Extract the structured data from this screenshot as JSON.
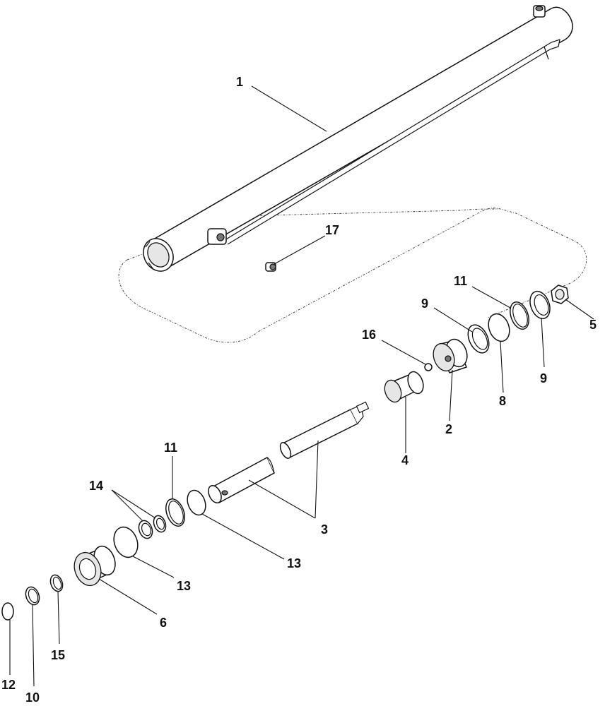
{
  "diagram": {
    "callouts": [
      {
        "id": "c1",
        "label": "1"
      },
      {
        "id": "c17",
        "label": "17"
      },
      {
        "id": "c11a",
        "label": "11"
      },
      {
        "id": "c5",
        "label": "5"
      },
      {
        "id": "c9a",
        "label": "9"
      },
      {
        "id": "c16",
        "label": "16"
      },
      {
        "id": "c9b",
        "label": "9"
      },
      {
        "id": "c8",
        "label": "8"
      },
      {
        "id": "c2",
        "label": "2"
      },
      {
        "id": "c4",
        "label": "4"
      },
      {
        "id": "c11b",
        "label": "11"
      },
      {
        "id": "c14",
        "label": "14"
      },
      {
        "id": "c3",
        "label": "3"
      },
      {
        "id": "c13a",
        "label": "13"
      },
      {
        "id": "c13b",
        "label": "13"
      },
      {
        "id": "c6",
        "label": "6"
      },
      {
        "id": "c15",
        "label": "15"
      },
      {
        "id": "c12",
        "label": "12"
      },
      {
        "id": "c10",
        "label": "10"
      }
    ]
  }
}
